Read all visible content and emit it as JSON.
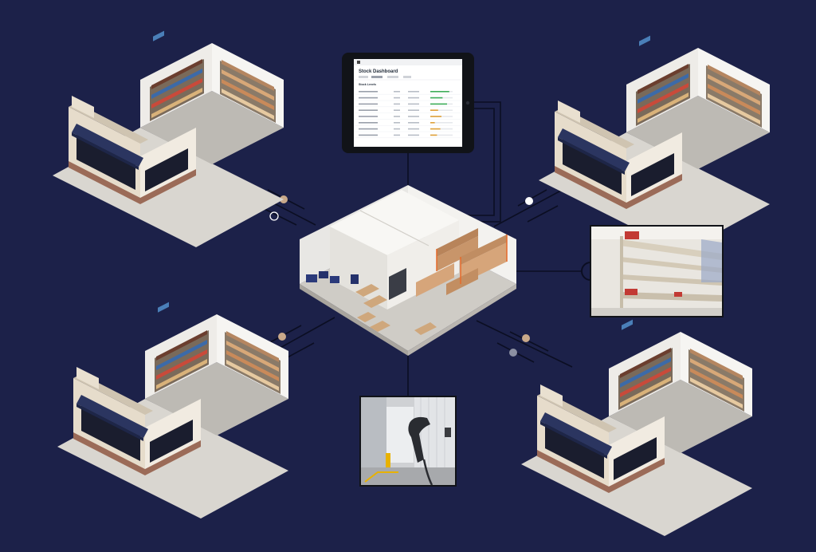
{
  "colors": {
    "background": "#1c2149",
    "line": "#0b0e22",
    "dot_tan": "#c9a98a",
    "dot_white": "#ffffff",
    "dot_gray": "#8c90a2",
    "bar_green": "#3fae5a",
    "bar_orange": "#e0a23a"
  },
  "tablet": {
    "title": "Stock Dashboard",
    "section": "Stock Levels"
  },
  "icons": {
    "scanner": "barcode-scanner-icon",
    "empty_shelf": "empty-shelf-photo",
    "warehouse": "warehouse-icon",
    "store": "store-icon"
  }
}
